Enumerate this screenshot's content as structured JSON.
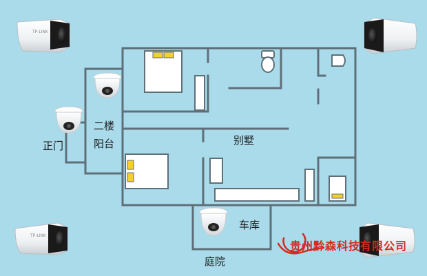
{
  "labels": {
    "main_door": "正门",
    "balcony_line1": "二楼",
    "balcony_line2": "阳台",
    "villa": "别墅",
    "garage": "车库",
    "courtyard": "庭院"
  },
  "watermark": {
    "company": "贵州黔森科技有限公司"
  },
  "colors": {
    "background": "#a9dbeb",
    "wall": "#5f6f78",
    "furniture_fill": "#ffffff",
    "pillow": "#f5cf2e",
    "watermark": "#d42a1f"
  },
  "cameras": [
    {
      "kind": "bullet-camera",
      "corner": "top-left"
    },
    {
      "kind": "bullet-camera",
      "corner": "top-right"
    },
    {
      "kind": "bullet-camera",
      "corner": "bottom-left"
    },
    {
      "kind": "bullet-camera",
      "corner": "bottom-right"
    },
    {
      "kind": "dome-camera",
      "location": "main door"
    },
    {
      "kind": "dome-camera",
      "location": "second floor balcony"
    },
    {
      "kind": "dome-camera",
      "location": "garage"
    }
  ]
}
